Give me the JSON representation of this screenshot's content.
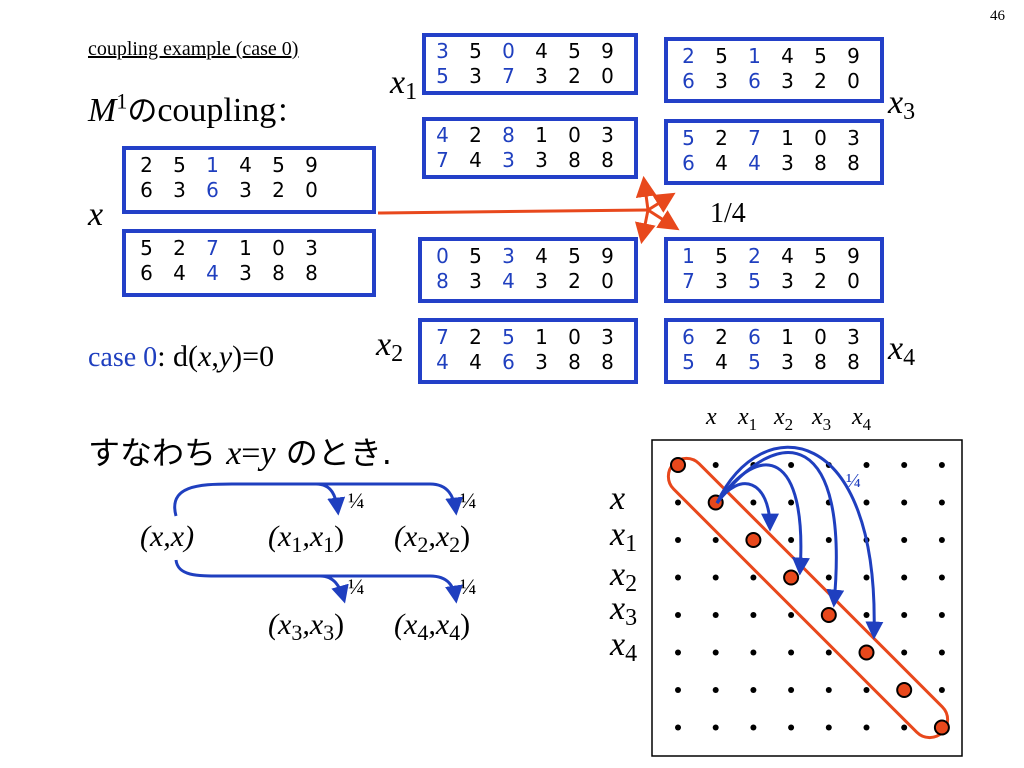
{
  "page_number": "46",
  "title": "coupling example (case 0)",
  "heading": {
    "M": "M",
    "sup": "1",
    "no": "の",
    "word": "coupling",
    "colon": "："
  },
  "labels": {
    "x": "x",
    "x1": "x",
    "x1_sub": "1",
    "x2": "x",
    "x2_sub": "2",
    "x3": "x",
    "x3_sub": "3",
    "x4": "x",
    "x4_sub": "4"
  },
  "prob_label": "1/4",
  "case_line": {
    "case": "case 0",
    "rest_pre": ": d(",
    "x": "x",
    "comma": ",",
    "y": "y",
    "rest_post": ")=0"
  },
  "sunawachi": {
    "pre": "すなわち ",
    "x": "x",
    "eq": "=",
    "y": "y",
    "post": " のとき."
  },
  "quarter": "¼",
  "pairs": {
    "xx": "(x,x)",
    "p1": {
      "a": "(x",
      "s1": "1",
      "m": ",x",
      "s2": "1",
      "b": ")"
    },
    "p2": {
      "a": "(x",
      "s1": "2",
      "m": ",x",
      "s2": "2",
      "b": ")"
    },
    "p3": {
      "a": "(x",
      "s1": "3",
      "m": ",x",
      "s2": "3",
      "b": ")"
    },
    "p4": {
      "a": "(x",
      "s1": "4",
      "m": ",x",
      "s2": "4",
      "b": ")"
    }
  },
  "grid_headers": [
    {
      "b": "x",
      "s": ""
    },
    {
      "b": "x",
      "s": "1"
    },
    {
      "b": "x",
      "s": "2"
    },
    {
      "b": "x",
      "s": "3"
    },
    {
      "b": "x",
      "s": "4"
    }
  ],
  "configs": {
    "x_top": {
      "rows": [
        [
          "2",
          "5",
          "1",
          "4",
          "5",
          "9"
        ],
        [
          "6",
          "3",
          "6",
          "3",
          "2",
          "0"
        ]
      ],
      "hl": [
        2
      ]
    },
    "x_bot": {
      "rows": [
        [
          "5",
          "2",
          "7",
          "1",
          "0",
          "3"
        ],
        [
          "6",
          "4",
          "4",
          "3",
          "8",
          "8"
        ]
      ],
      "hl": [
        2
      ]
    },
    "x1_top": {
      "rows": [
        [
          "3",
          "5",
          "0",
          "4",
          "5",
          "9"
        ],
        [
          "5",
          "3",
          "7",
          "3",
          "2",
          "0"
        ]
      ],
      "hl": [
        0,
        2
      ]
    },
    "x1_bot": {
      "rows": [
        [
          "4",
          "2",
          "8",
          "1",
          "0",
          "3"
        ],
        [
          "7",
          "4",
          "3",
          "3",
          "8",
          "8"
        ]
      ],
      "hl": [
        0,
        2
      ]
    },
    "x3_top": {
      "rows": [
        [
          "2",
          "5",
          "1",
          "4",
          "5",
          "9"
        ],
        [
          "6",
          "3",
          "6",
          "3",
          "2",
          "0"
        ]
      ],
      "hl": [
        0,
        2
      ]
    },
    "x3_bot": {
      "rows": [
        [
          "5",
          "2",
          "7",
          "1",
          "0",
          "3"
        ],
        [
          "6",
          "4",
          "4",
          "3",
          "8",
          "8"
        ]
      ],
      "hl": [
        0,
        2
      ]
    },
    "x2_top": {
      "rows": [
        [
          "0",
          "5",
          "3",
          "4",
          "5",
          "9"
        ],
        [
          "8",
          "3",
          "4",
          "3",
          "2",
          "0"
        ]
      ],
      "hl": [
        0,
        2
      ]
    },
    "x2_bot": {
      "rows": [
        [
          "7",
          "2",
          "5",
          "1",
          "0",
          "3"
        ],
        [
          "4",
          "4",
          "6",
          "3",
          "8",
          "8"
        ]
      ],
      "hl": [
        0,
        2
      ]
    },
    "x4_top": {
      "rows": [
        [
          "1",
          "5",
          "2",
          "4",
          "5",
          "9"
        ],
        [
          "7",
          "3",
          "5",
          "3",
          "2",
          "0"
        ]
      ],
      "hl": [
        0,
        2
      ]
    },
    "x4_bot": {
      "rows": [
        [
          "6",
          "2",
          "6",
          "1",
          "0",
          "3"
        ],
        [
          "5",
          "4",
          "5",
          "3",
          "8",
          "8"
        ]
      ],
      "hl": [
        0,
        2
      ]
    }
  },
  "colors": {
    "blue": "#2340c8",
    "orange": "#e8481c",
    "arrow_blue": "#1f3fbf"
  }
}
